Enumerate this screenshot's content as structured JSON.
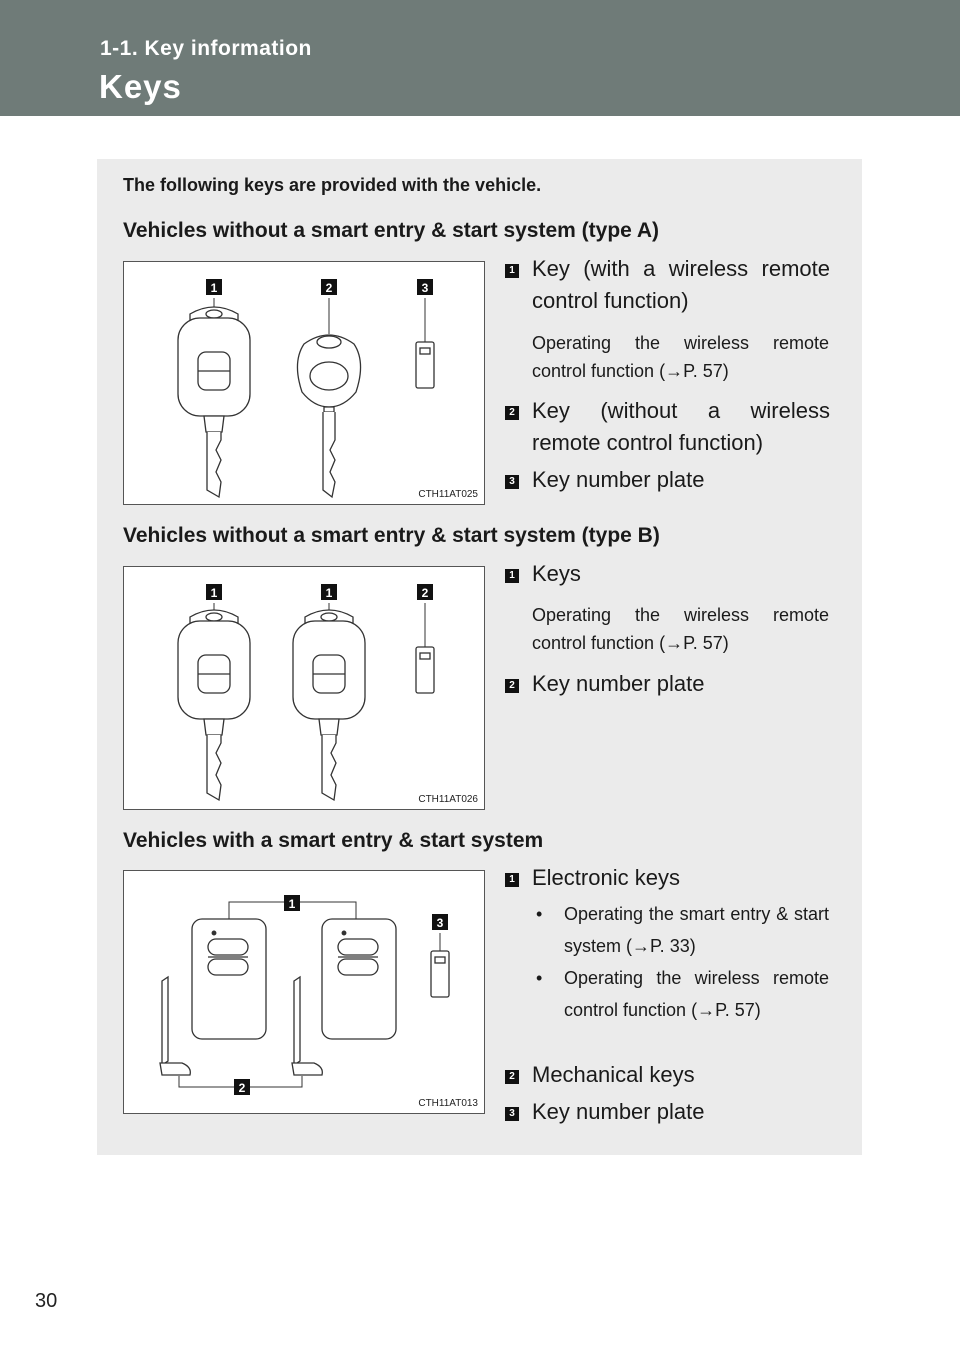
{
  "header": {
    "section": "1-1. Key information",
    "title": "Keys"
  },
  "intro": "The following keys are provided with the vehicle.",
  "sections": [
    {
      "heading": "Vehicles without a smart entry & start system (type A)",
      "figure_code": "CTH11AT025",
      "callouts": [
        "1",
        "2",
        "3"
      ],
      "items": [
        {
          "num": "1",
          "text": "Key (with a wireless remote control function)",
          "note": "Operating the wireless remote control function (→P. 57)"
        },
        {
          "num": "2",
          "text": "Key (without a wireless remote control function)"
        },
        {
          "num": "3",
          "text": "Key number plate"
        }
      ]
    },
    {
      "heading": "Vehicles without a smart entry & start system (type B)",
      "figure_code": "CTH11AT026",
      "callouts": [
        "1",
        "1",
        "2"
      ],
      "items": [
        {
          "num": "1",
          "text": "Keys",
          "note": "Operating the wireless remote control function (→P. 57)"
        },
        {
          "num": "2",
          "text": "Key number plate"
        }
      ]
    },
    {
      "heading": "Vehicles with a smart entry & start system",
      "figure_code": "CTH11AT013",
      "callouts": [
        "1",
        "2",
        "3"
      ],
      "items": [
        {
          "num": "1",
          "text": "Electronic keys",
          "bullets": [
            {
              "mark": "•",
              "text": "Operating the smart entry & start system (→P. 33)"
            },
            {
              "mark": "•",
              "text": "Operating the wireless remote control function (→P. 57)"
            }
          ]
        },
        {
          "num": "2",
          "text": "Mechanical keys"
        },
        {
          "num": "3",
          "text": "Key number plate"
        }
      ]
    }
  ],
  "page_number": "30",
  "colors": {
    "header_bg": "#6f7b78",
    "panel_bg": "#ebebeb",
    "badge": "#111111"
  }
}
